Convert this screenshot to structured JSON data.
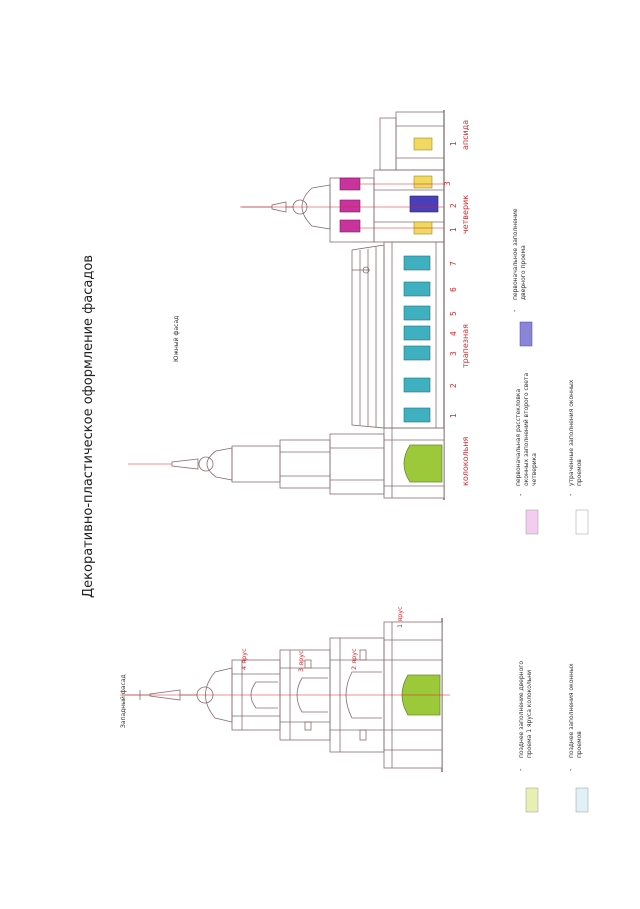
{
  "title": "Декоративно-пластическое оформление фасадов",
  "views": {
    "west": {
      "caption": "Западный фасад"
    },
    "south": {
      "caption": "Южный фасад"
    }
  },
  "tiers": [
    "1 ярус",
    "2 ярус",
    "3 ярус",
    "4 ярус"
  ],
  "sections": {
    "bell_tower": "колокольня",
    "refectory": "трапезная",
    "chetverik": "четверик",
    "apse": "апсида"
  },
  "refectory_windows": [
    "1",
    "2",
    "3",
    "4",
    "5",
    "6",
    "7"
  ],
  "chetverik_windows": [
    "1",
    "2",
    "3"
  ],
  "apse_windows": [
    "1"
  ],
  "legend": [
    {
      "id": "late-door",
      "swatch": "#e7efb2",
      "dash": "-",
      "text": "позднее заполнение дверного проема 1 яруса колокольни"
    },
    {
      "id": "late-window",
      "swatch": "#dff0f6",
      "dash": "-",
      "text": "позднее заполнения оконных проемов"
    },
    {
      "id": "orig-paint",
      "swatch": "#f2cdf0",
      "dash": "-",
      "text": "первоначальная расстекловка оконных заполнений второго света четверика"
    },
    {
      "id": "lost-window",
      "swatch": "#ffffff",
      "dash": "-",
      "text": "утраченные заполнения оконных проемов"
    },
    {
      "id": "orig-door",
      "swatch": "#8a85d6",
      "dash": "-",
      "text": "первоначальное заполнение дверного проема"
    }
  ],
  "colors": {
    "line": "#8a6b6b",
    "red": "#d8262c",
    "green": "#9cc93a",
    "cyan": "#3fb0c0",
    "magenta": "#c8339e",
    "blue": "#4a3fb8",
    "yellow": "#f1d860"
  }
}
